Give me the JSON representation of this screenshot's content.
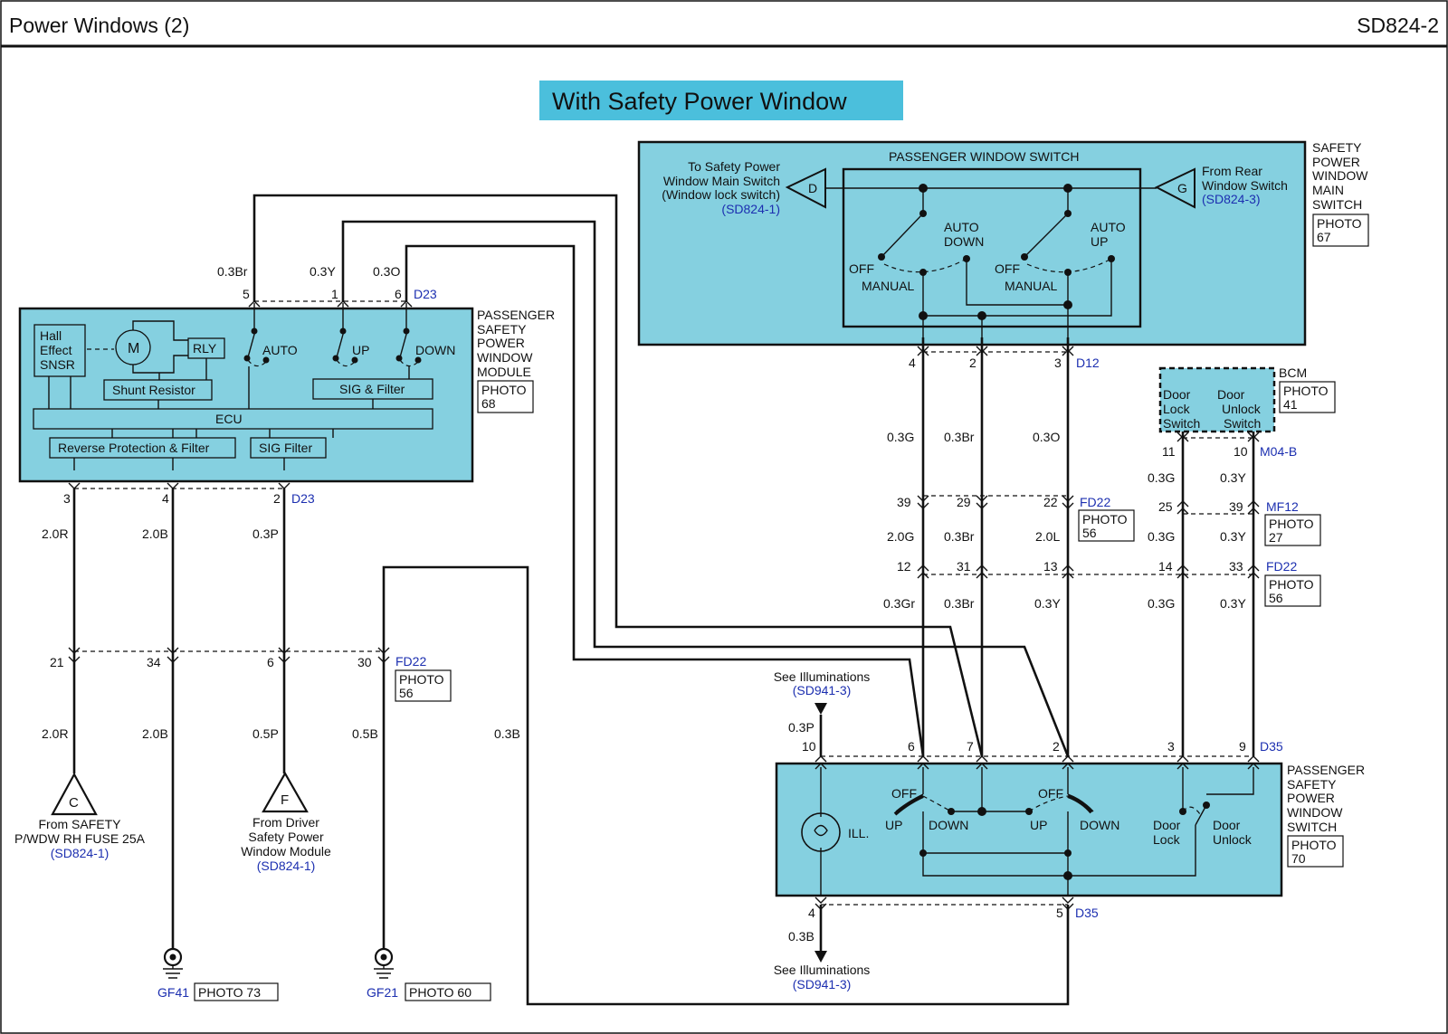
{
  "header": {
    "title": "Power Windows (2)",
    "code": "SD824-2"
  },
  "banner": {
    "text": "With Safety Power Window",
    "color": "#4bbfdc"
  },
  "colors": {
    "component_fill": "#85d0e0",
    "reference_text": "#1c2fb0"
  },
  "module": {
    "name": [
      "PASSENGER",
      "SAFETY",
      "POWER",
      "WINDOW",
      "MODULE"
    ],
    "photo": [
      "PHOTO",
      "68"
    ],
    "hall": [
      "Hall",
      "Effect",
      "SNSR"
    ],
    "motor": "M",
    "relay": "RLY",
    "shunt": "Shunt Resistor",
    "ecu": "ECU",
    "sig_filter": "SIG & Filter",
    "reverse": "Reverse Protection & Filter",
    "sig": "SIG Filter",
    "auto": "AUTO",
    "up": "UP",
    "down": "DOWN",
    "top_connector": "D23",
    "top_pins": [
      "5",
      "1",
      "6"
    ],
    "top_wires": [
      "0.3Br",
      "0.3Y",
      "0.3O"
    ],
    "bottom_connector": "D23",
    "bottom_pins": [
      "3",
      "4",
      "2"
    ],
    "bottom_wires": [
      "2.0R",
      "2.0B",
      "0.3P"
    ]
  },
  "main_switch": {
    "name": [
      "SAFETY",
      "POWER",
      "WINDOW",
      "MAIN",
      "SWITCH"
    ],
    "photo": [
      "PHOTO",
      "67"
    ],
    "inner_title": "PASSENGER WINDOW SWITCH",
    "left_conn": "D",
    "left_text": [
      "To Safety Power",
      "Window Main Switch",
      "(Window lock switch)"
    ],
    "left_ref": "(SD824-1)",
    "right_conn": "G",
    "right_text": [
      "From Rear",
      "Window Switch"
    ],
    "right_ref": "(SD824-3)",
    "auto_down": [
      "AUTO",
      "DOWN"
    ],
    "auto_up": [
      "AUTO",
      "UP"
    ],
    "off": "OFF",
    "manual": "MANUAL",
    "connector": "D12",
    "pins": [
      "4",
      "2",
      "3"
    ],
    "wires": [
      "0.3G",
      "0.3Br",
      "0.3O"
    ]
  },
  "bcm": {
    "name": "BCM",
    "photo": [
      "PHOTO",
      "41"
    ],
    "door_lock": [
      "Door",
      "Lock",
      "Switch"
    ],
    "door_unlock": [
      "Door",
      "Unlock",
      "Switch"
    ],
    "connector": "M04-B",
    "pins": [
      "11",
      "10"
    ],
    "wires": [
      "0.3G",
      "0.3Y"
    ]
  },
  "conn_fd22_a": {
    "name": "FD22",
    "pins": [
      "39",
      "29",
      "22"
    ],
    "wires": [
      "2.0G",
      "0.3Br",
      "2.0L"
    ],
    "photo": [
      "PHOTO",
      "56"
    ]
  },
  "conn_mf12": {
    "name": "MF12",
    "pins": [
      "25",
      "39"
    ],
    "wires": [
      "0.3G",
      "0.3Y"
    ],
    "photo": [
      "PHOTO",
      "27"
    ]
  },
  "conn_fd22_b": {
    "name": "FD22",
    "pins": [
      "12",
      "31",
      "13",
      "14",
      "33"
    ],
    "wires": [
      "0.3Gr",
      "0.3Br",
      "0.3Y",
      "0.3G",
      "0.3Y"
    ],
    "photo": [
      "PHOTO",
      "56"
    ]
  },
  "conn_fd22_c": {
    "name": "FD22",
    "pins": [
      "21",
      "34",
      "6",
      "30"
    ],
    "wires": [
      "2.0R",
      "2.0B",
      "0.5P",
      "0.5B"
    ],
    "photo": [
      "PHOTO",
      "56"
    ]
  },
  "long_wire": "0.3B",
  "terminal_c": {
    "letter": "C",
    "text": [
      "From SAFETY",
      "P/WDW RH FUSE 25A"
    ],
    "ref": "(SD824-1)"
  },
  "terminal_f": {
    "letter": "F",
    "text": [
      "From Driver",
      "Safety Power",
      "Window Module"
    ],
    "ref": "(SD824-1)"
  },
  "ground_1": {
    "name": "GF41",
    "photo": "PHOTO 73"
  },
  "ground_2": {
    "name": "GF21",
    "photo": "PHOTO 60"
  },
  "illum_top": {
    "text": "See Illuminations",
    "ref": "(SD941-3)",
    "wire": "0.3P"
  },
  "illum_bottom": {
    "text": "See Illuminations",
    "ref": "(SD941-3)",
    "wire": "0.3B"
  },
  "pass_switch": {
    "name": [
      "PASSENGER",
      "SAFETY",
      "POWER",
      "WINDOW",
      "SWITCH"
    ],
    "photo": [
      "PHOTO",
      "70"
    ],
    "ill": "ILL.",
    "off": "OFF",
    "up": "UP",
    "down": "DOWN",
    "door_lock": [
      "Door",
      "Lock"
    ],
    "door_unlock": [
      "Door",
      "Unlock"
    ],
    "connector": "D35",
    "top_pins": [
      "10",
      "6",
      "7",
      "2",
      "3",
      "9"
    ],
    "bottom_connector": "D35",
    "bottom_pins": [
      "4",
      "5"
    ]
  }
}
